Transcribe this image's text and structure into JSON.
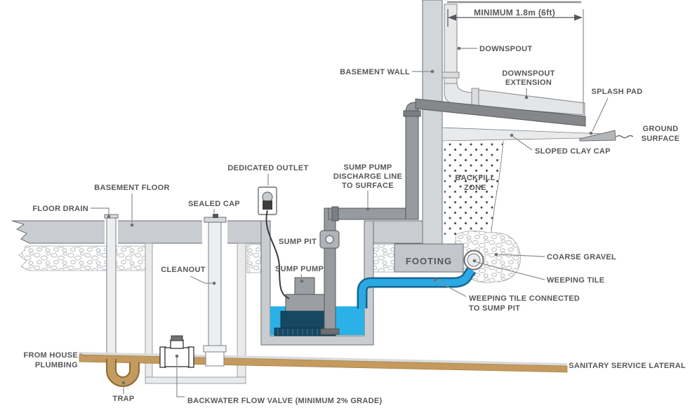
{
  "diagram_title": "Residential sump pump, weeping tile and sanitary service diagram",
  "labels": {
    "minimum_width": "MINIMUM 1.8m (6ft)",
    "downspout": "DOWNSPOUT",
    "basement_wall": "BASEMENT WALL",
    "downspout_extension": [
      "DOWNSPOUT",
      "EXTENSION"
    ],
    "splash_pad": "SPLASH PAD",
    "ground_surface": [
      "GROUND",
      "SURFACE"
    ],
    "sloped_clay_cap": "SLOPED CLAY CAP",
    "backfill_zone": [
      "BACKFILL",
      "ZONE"
    ],
    "discharge_line": [
      "SUMP PUMP",
      "DISCHARGE LINE",
      "TO SURFACE"
    ],
    "dedicated_outlet": "DEDICATED OUTLET",
    "basement_floor": "BASEMENT FLOOR",
    "floor_drain": "FLOOR DRAIN",
    "sealed_cap": "SEALED CAP",
    "cleanout": "CLEANOUT",
    "sump_pit": "SUMP PIT",
    "sump_pump": "SUMP PUMP",
    "footing": "FOOTING",
    "coarse_gravel": "COARSE GRAVEL",
    "weeping_tile": "WEEPING TILE",
    "weeping_tile_connected": [
      "WEEPING TILE CONNECTED",
      "TO SUMP PIT"
    ],
    "from_house_plumbing": [
      "FROM HOUSE",
      "PLUMBING"
    ],
    "trap": "TRAP",
    "backwater_valve": "BACKWATER FLOW VALVE (MINIMUM 2% GRADE)",
    "sanitary_service_lateral": "SANITARY SERVICE LATERAL"
  },
  "colors": {
    "water_blue": "#2ab2e8",
    "pipe_blue": "#2aa9e4",
    "pipe_blue_outline": "#15668f",
    "pump_navy": "#174862",
    "sewer_tan": "#c49a5e",
    "sewer_tan_dark": "#8a6b33",
    "discharge_dark": "#85878a",
    "concrete_gray": "#c9ccd0",
    "label_text": "#55575a"
  }
}
